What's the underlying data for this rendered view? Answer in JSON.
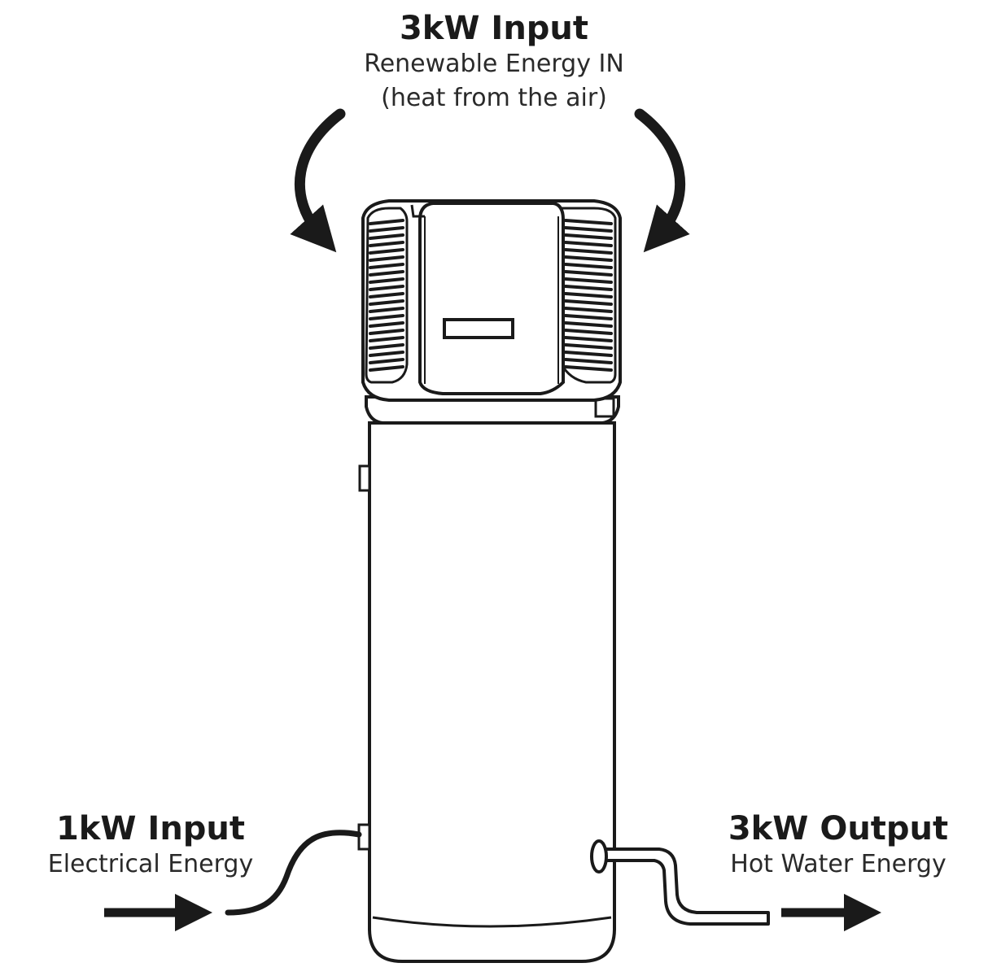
{
  "top_input": {
    "title": "3kW Input",
    "line1": "Renewable Energy IN",
    "line2": "(heat from the air)"
  },
  "left_input": {
    "title": "1kW Input",
    "subtitle": "Electrical Energy"
  },
  "right_output": {
    "title": "3kW Output",
    "subtitle": "Hot Water Energy"
  },
  "colors": {
    "line": "#1a1a1a",
    "background": "#ffffff"
  }
}
